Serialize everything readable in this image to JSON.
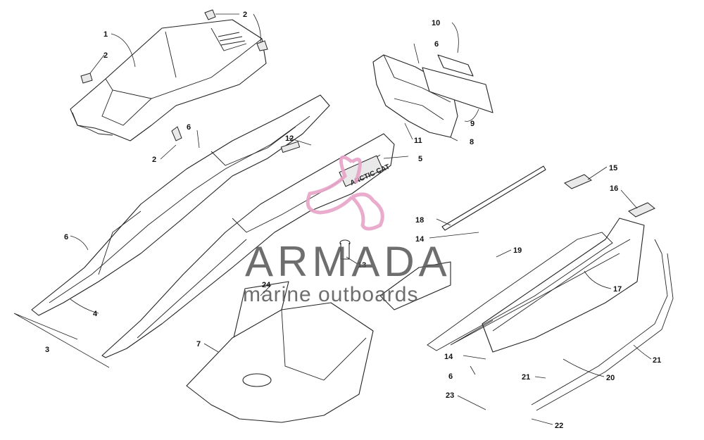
{
  "callouts": [
    {
      "id": "c1",
      "label": "1"
    },
    {
      "id": "c2a",
      "label": "2"
    },
    {
      "id": "c2b",
      "label": "2"
    },
    {
      "id": "c2c",
      "label": "2"
    },
    {
      "id": "c3",
      "label": "3"
    },
    {
      "id": "c4",
      "label": "4"
    },
    {
      "id": "c5",
      "label": "5"
    },
    {
      "id": "c6a",
      "label": "6"
    },
    {
      "id": "c6b",
      "label": "6"
    },
    {
      "id": "c6c",
      "label": "6"
    },
    {
      "id": "c6d",
      "label": "6"
    },
    {
      "id": "c7",
      "label": "7"
    },
    {
      "id": "c8",
      "label": "8"
    },
    {
      "id": "c9",
      "label": "9"
    },
    {
      "id": "c10",
      "label": "10"
    },
    {
      "id": "c11",
      "label": "11"
    },
    {
      "id": "c12",
      "label": "12"
    },
    {
      "id": "c13",
      "label": "13"
    },
    {
      "id": "c14a",
      "label": "14"
    },
    {
      "id": "c14b",
      "label": "14"
    },
    {
      "id": "c15",
      "label": "15"
    },
    {
      "id": "c16",
      "label": "16"
    },
    {
      "id": "c17",
      "label": "17"
    },
    {
      "id": "c18",
      "label": "18"
    },
    {
      "id": "c19",
      "label": "19"
    },
    {
      "id": "c20",
      "label": "20"
    },
    {
      "id": "c21a",
      "label": "21"
    },
    {
      "id": "c21b",
      "label": "21"
    },
    {
      "id": "c22",
      "label": "22"
    },
    {
      "id": "c23",
      "label": "23"
    },
    {
      "id": "c24",
      "label": "24"
    }
  ],
  "watermark": {
    "title": "ARMADA",
    "subtitle": "marine outboards",
    "logo_color": "#e8a3c8"
  },
  "decal_text": "ARCTIC CAT"
}
